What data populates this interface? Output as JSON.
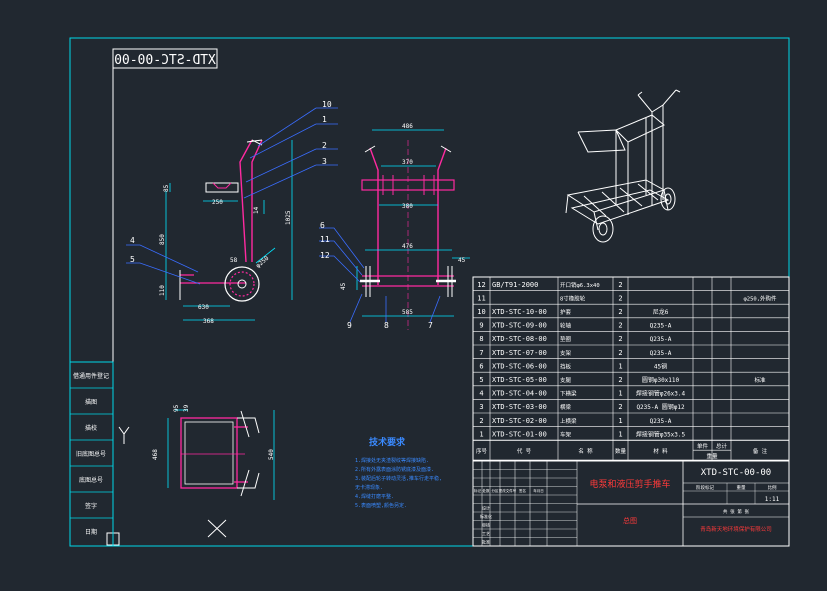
{
  "colors": {
    "background": "#212830",
    "frame": "#00d8e8",
    "drawing": "#ffffff",
    "part": "#ff2aa0",
    "dimension": "#00e5ff",
    "leader": "#3a6dff",
    "table_text": "#ffffff",
    "title_text": "#ff3a3a",
    "notes_text": "#3a8aff"
  },
  "title_tag": "XTD-STC-00-00",
  "balloons": [
    "10",
    "1",
    "2",
    "3",
    "4",
    "5",
    "6",
    "11",
    "12",
    "9",
    "8",
    "7"
  ],
  "dimensions": {
    "side_view": [
      "85",
      "250",
      "14",
      "1025",
      "850",
      "110",
      "630",
      "368",
      "φ250",
      "58"
    ],
    "front_view": [
      "486",
      "370",
      "380",
      "476",
      "585",
      "45",
      "45"
    ],
    "top_view": [
      "95",
      "39",
      "468",
      "540"
    ]
  },
  "notes": {
    "title": "技术要求",
    "lines": [
      "1.焊接处无夹渣裂纹等焊接缺陷.",
      "2.所有外露表面涂防锈底漆及面漆.",
      "3.装配后轮子转动灵活,推车行走平稳,",
      "  无卡滞现象.",
      "4.焊缝打磨平整.",
      "5.表面喷塑,颜色另定."
    ]
  },
  "bom_rows": [
    {
      "no": "12",
      "code": "GB/T91-2000",
      "name": "开口销φ6.3x40",
      "qty": "2",
      "material": "",
      "remark": ""
    },
    {
      "no": "11",
      "code": "",
      "name": "8寸橡胶轮",
      "qty": "2",
      "material": "",
      "remark": "φ250,外购件"
    },
    {
      "no": "10",
      "code": "XTD-STC-10-00",
      "name": "护套",
      "qty": "2",
      "material": "尼龙6",
      "remark": ""
    },
    {
      "no": "9",
      "code": "XTD-STC-09-00",
      "name": "轮轴",
      "qty": "2",
      "material": "Q235-A",
      "remark": ""
    },
    {
      "no": "8",
      "code": "XTD-STC-08-00",
      "name": "垫圈",
      "qty": "2",
      "material": "Q235-A",
      "remark": ""
    },
    {
      "no": "7",
      "code": "XTD-STC-07-00",
      "name": "支架",
      "qty": "2",
      "material": "Q235-A",
      "remark": ""
    },
    {
      "no": "6",
      "code": "XTD-STC-06-00",
      "name": "挡板",
      "qty": "1",
      "material": "45钢",
      "remark": ""
    },
    {
      "no": "5",
      "code": "XTD-STC-05-00",
      "name": "支腿",
      "qty": "2",
      "material": "圆钢φ30x110",
      "remark": "标准"
    },
    {
      "no": "4",
      "code": "XTD-STC-04-00",
      "name": "下横梁",
      "qty": "1",
      "material": "焊接钢管φ26x3.4",
      "remark": ""
    },
    {
      "no": "3",
      "code": "XTD-STC-03-00",
      "name": "横梁",
      "qty": "2",
      "material": "Q235-A 圆钢φ12",
      "remark": ""
    },
    {
      "no": "2",
      "code": "XTD-STC-02-00",
      "name": "上横梁",
      "qty": "1",
      "material": "Q235-A",
      "remark": ""
    },
    {
      "no": "1",
      "code": "XTD-STC-01-00",
      "name": "车架",
      "qty": "1",
      "material": "焊接钢管φ35x3.5",
      "remark": ""
    }
  ],
  "bom_header": {
    "no": "序号",
    "code": "代  号",
    "name": "名  称",
    "qty": "数量",
    "material": "材  料",
    "unit_weight": "单件",
    "total_weight": "总计",
    "weight": "重量",
    "remark": "备  注"
  },
  "title_block": {
    "drawing_name": "电泵和液压剪手推车",
    "drawing_number": "XTD-STC-00-00",
    "assembly_label": "总图",
    "company": "青岛新天地环境保护有限公司",
    "scale": "1:11",
    "stage_label": "阶段标记",
    "weight_label": "重量",
    "scale_label": "比例",
    "sheet": "共  张  第  张",
    "roles": [
      "标记",
      "处数",
      "分区",
      "更改文件号",
      "签名",
      "年月日",
      "设计",
      "标准化",
      "审核",
      "工艺",
      "批准"
    ]
  },
  "side_panel": [
    "借通用件登记",
    "描图",
    "描校",
    "旧底图总号",
    "底图总号",
    "签字",
    "日期"
  ]
}
